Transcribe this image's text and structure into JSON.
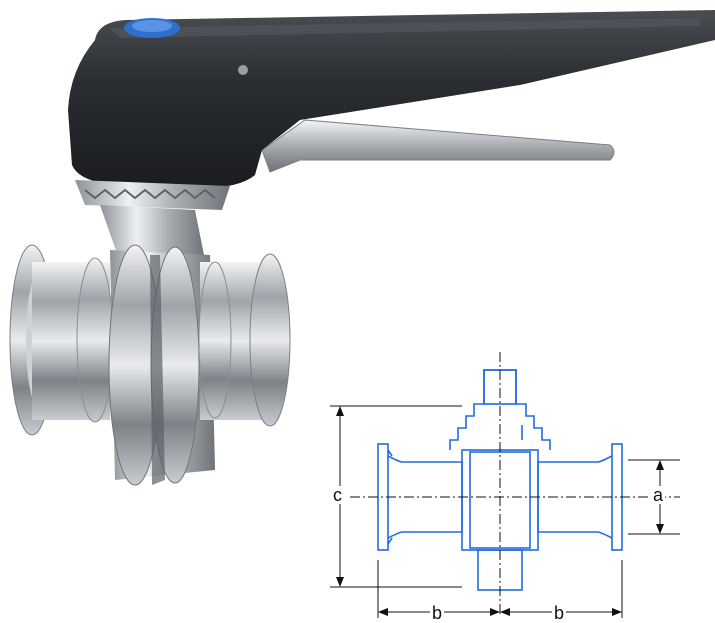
{
  "dimension_labels": {
    "a": "a",
    "b_left": "b",
    "b_right": "b",
    "c": "c"
  },
  "colors": {
    "handle": "#2a2d31",
    "button": "#2f6fd0",
    "steel": "#b8bcc0",
    "drawing_outline": "#1f6ce0",
    "dimension_lines": "#111111"
  },
  "icons": {
    "product": "butterfly-valve-photo",
    "drawing": "technical-drawing"
  }
}
